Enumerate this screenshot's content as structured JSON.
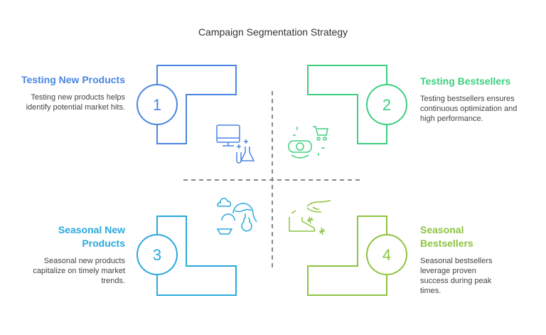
{
  "title": "Campaign Segmentation Strategy",
  "colors": {
    "q1": "#4a86e0",
    "q2": "#3ccf7e",
    "q3": "#29a9dd",
    "q4": "#8dc43f",
    "divider": "#888888"
  },
  "quadrants": [
    {
      "number": "1",
      "heading": "Testing New Products",
      "description": "Testing new products helps identify potential market hits.",
      "icon": "computer-lab-flask-icon"
    },
    {
      "number": "2",
      "heading": "Testing Bestsellers",
      "description": "Testing bestsellers ensures continuous optimization and high performance.",
      "icon": "vr-shopping-cart-icon"
    },
    {
      "number": "3",
      "heading": "Seasonal New Products",
      "description": "Seasonal new products capitalize on timely market trends.",
      "icon": "seasonal-landscape-icon"
    },
    {
      "number": "4",
      "heading": "Seasonal Bestsellers",
      "description": "Seasonal bestsellers leverage proven success during peak times.",
      "icon": "hand-sparkle-icon"
    }
  ]
}
